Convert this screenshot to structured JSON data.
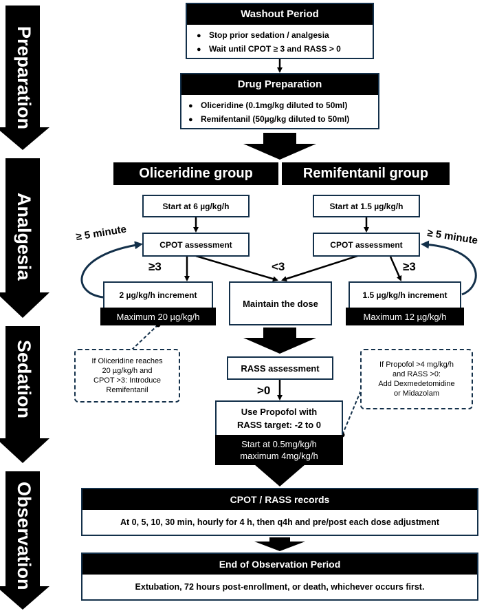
{
  "phases": [
    "Preparation",
    "Analgesia",
    "Sedation",
    "Observation"
  ],
  "washout": {
    "title": "Washout Period",
    "items": [
      "Stop prior sedation / analgesia",
      "Wait until CPOT ≥ 3 and RASS > 0"
    ]
  },
  "drug_prep": {
    "title": "Drug Preparation",
    "items": [
      "Oliceridine (0.1mg/kg diluted to 50ml)",
      "Remifentanil (50µg/kg diluted to 50ml)"
    ]
  },
  "groups": {
    "left": "Oliceridine group",
    "right": "Remifentanil group"
  },
  "left_arm": {
    "start": "Start at 6 µg/kg/h",
    "assessment": "CPOT assessment",
    "interval": "≥ 5 minute",
    "threshold": "≥3",
    "increment": "2 µg/kg/h increment",
    "maximum": "Maximum 20 µg/kg/h"
  },
  "right_arm": {
    "start": "Start at 1.5 µg/kg/h",
    "assessment": "CPOT assessment",
    "interval": "≥ 5 minute",
    "threshold": "≥3",
    "increment": "1.5 µg/kg/h increment",
    "maximum": "Maximum 12 µg/kg/h"
  },
  "maintain": {
    "threshold": "<3",
    "label": "Maintain the dose"
  },
  "note_left": [
    "If Oliceridine reaches",
    "20 µg/kg/h and",
    "CPOT >3: Introduce",
    "Remifentanil"
  ],
  "sedation": {
    "rass": "RASS assessment",
    "threshold": ">0",
    "propofol": [
      "Use Propofol with",
      "RASS target: -2 to 0"
    ],
    "dose": [
      "Start at 0.5mg/kg/h",
      "maximum 4mg/kg/h"
    ]
  },
  "note_right": [
    "If Propofol >4 mg/kg/h",
    "and RASS >0:",
    "Add Dexmedetomidine",
    "or Midazolam"
  ],
  "observation": {
    "title": "CPOT / RASS records",
    "detail": "At 0, 5, 10, 30 min, hourly for 4 h, then q4h and pre/post each dose adjustment"
  },
  "end": {
    "title": "End of Observation Period",
    "detail": "Extubation, 72 hours post-enrollment, or death, whichever occurs first."
  }
}
